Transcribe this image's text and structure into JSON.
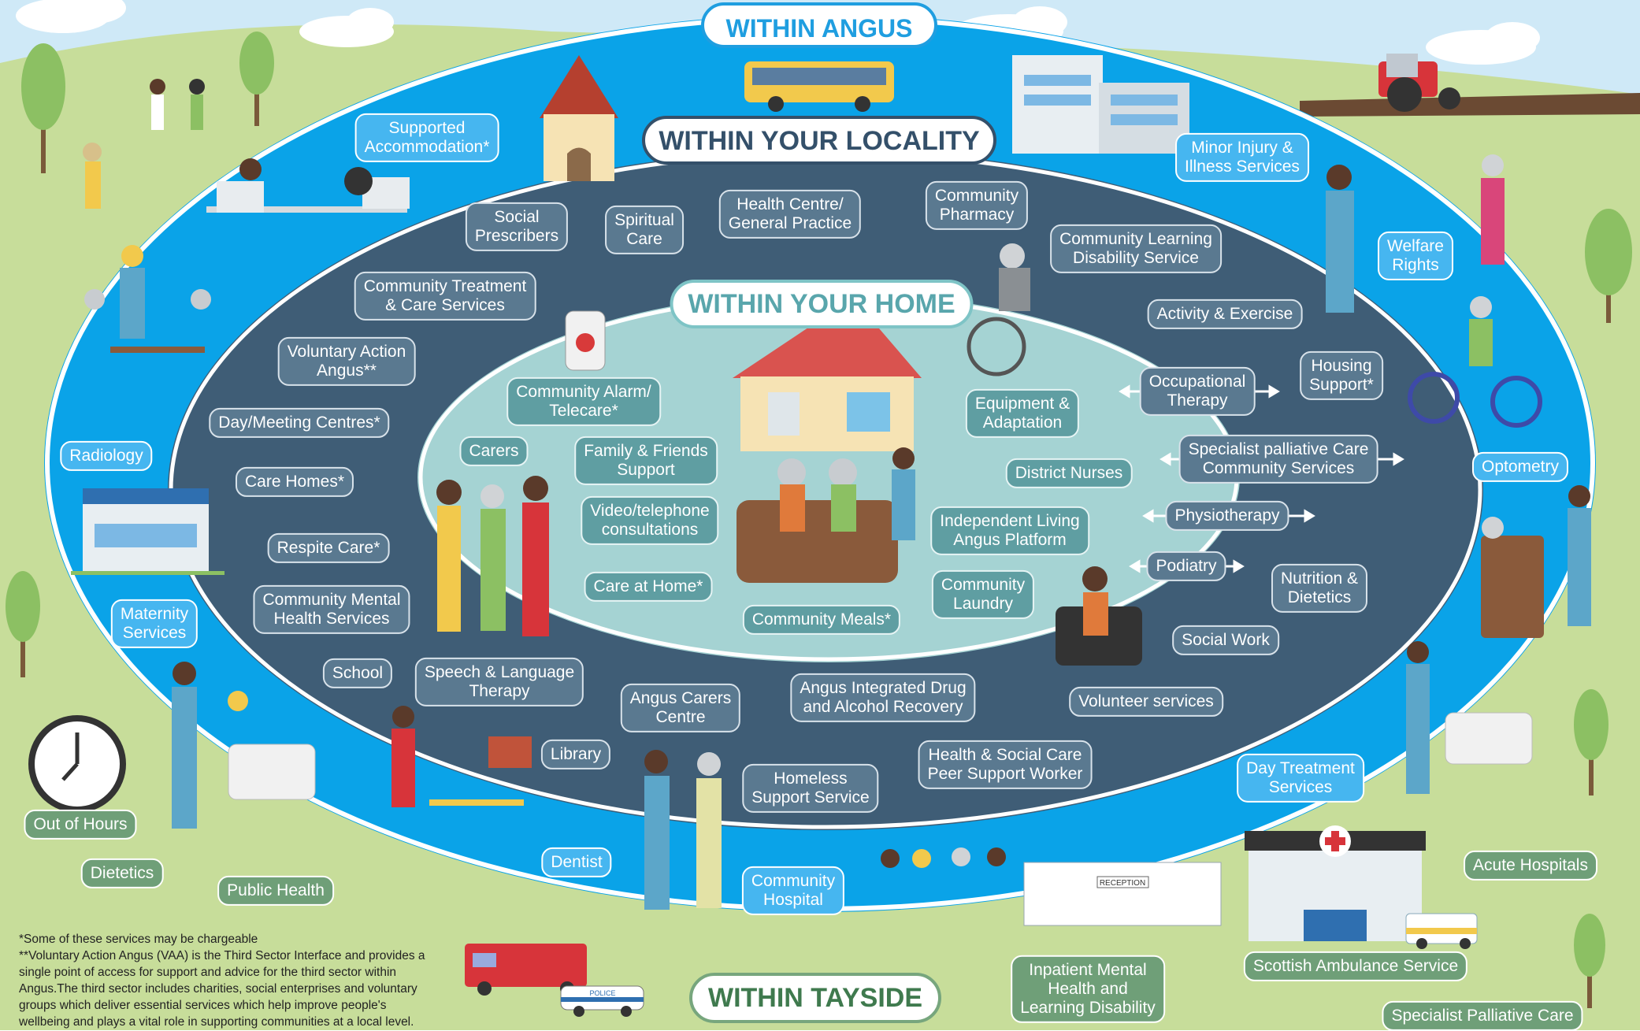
{
  "banners": {
    "angus": "WITHIN ANGUS",
    "locality": "WITHIN YOUR LOCALITY",
    "home": "WITHIN YOUR HOME",
    "tayside": "WITHIN TAYSIDE"
  },
  "home_services": [
    {
      "id": "community-alarm",
      "line1": "Community Alarm/",
      "line2": "Telecare*"
    },
    {
      "id": "carers",
      "line1": "Carers",
      "line2": ""
    },
    {
      "id": "family-friends",
      "line1": "Family & Friends",
      "line2": "Support"
    },
    {
      "id": "video-telephone",
      "line1": "Video/telephone",
      "line2": "consultations"
    },
    {
      "id": "care-at-home",
      "line1": "Care at Home*",
      "line2": ""
    },
    {
      "id": "community-meals",
      "line1": "Community Meals*",
      "line2": ""
    },
    {
      "id": "community-laundry",
      "line1": "Community",
      "line2": "Laundry"
    },
    {
      "id": "independent-living",
      "line1": "Independent Living",
      "line2": "Angus Platform"
    },
    {
      "id": "district-nurses",
      "line1": "District Nurses",
      "line2": ""
    },
    {
      "id": "equipment-adaptation",
      "line1": "Equipment &",
      "line2": "Adaptation"
    }
  ],
  "locality_services": [
    {
      "id": "social-prescribers",
      "line1": "Social",
      "line2": "Prescribers"
    },
    {
      "id": "spiritual-care",
      "line1": "Spiritual",
      "line2": "Care"
    },
    {
      "id": "health-centre",
      "line1": "Health Centre/",
      "line2": "General Practice"
    },
    {
      "id": "community-pharmacy",
      "line1": "Community",
      "line2": "Pharmacy"
    },
    {
      "id": "community-learning-disability",
      "line1": "Community Learning",
      "line2": "Disability Service"
    },
    {
      "id": "activity-exercise",
      "line1": "Activity & Exercise",
      "line2": ""
    },
    {
      "id": "housing-support",
      "line1": "Housing",
      "line2": "Support*"
    },
    {
      "id": "occupational-therapy",
      "line1": "Occupational",
      "line2": "Therapy"
    },
    {
      "id": "specialist-palliative-community",
      "line1": "Specialist palliative Care",
      "line2": "Community Services"
    },
    {
      "id": "physiotherapy",
      "line1": "Physiotherapy",
      "line2": ""
    },
    {
      "id": "podiatry",
      "line1": "Podiatry",
      "line2": ""
    },
    {
      "id": "nutrition-dietetics",
      "line1": "Nutrition &",
      "line2": "Dietetics"
    },
    {
      "id": "social-work",
      "line1": "Social Work",
      "line2": ""
    },
    {
      "id": "volunteer-services",
      "line1": "Volunteer services",
      "line2": ""
    },
    {
      "id": "peer-support-worker",
      "line1": "Health & Social Care",
      "line2": "Peer Support Worker"
    },
    {
      "id": "drug-alcohol",
      "line1": "Angus Integrated Drug",
      "line2": "and Alcohol Recovery"
    },
    {
      "id": "homeless-support",
      "line1": "Homeless",
      "line2": "Support Service"
    },
    {
      "id": "carers-centre",
      "line1": "Angus Carers",
      "line2": "Centre"
    },
    {
      "id": "library",
      "line1": "Library",
      "line2": ""
    },
    {
      "id": "speech-language",
      "line1": "Speech & Language",
      "line2": "Therapy"
    },
    {
      "id": "school",
      "line1": "School",
      "line2": ""
    },
    {
      "id": "community-mental-health",
      "line1": "Community Mental",
      "line2": "Health Services"
    },
    {
      "id": "respite-care",
      "line1": "Respite Care*",
      "line2": ""
    },
    {
      "id": "care-homes",
      "line1": "Care Homes*",
      "line2": ""
    },
    {
      "id": "day-meeting-centres",
      "line1": "Day/Meeting Centres*",
      "line2": ""
    },
    {
      "id": "voluntary-action-angus",
      "line1": "Voluntary Action",
      "line2": "Angus**"
    },
    {
      "id": "community-treatment",
      "line1": "Community Treatment",
      "line2": "& Care Services"
    }
  ],
  "angus_services": [
    {
      "id": "supported-accommodation",
      "line1": "Supported",
      "line2": "Accommodation*"
    },
    {
      "id": "minor-injury",
      "line1": "Minor Injury &",
      "line2": "Illness Services"
    },
    {
      "id": "welfare-rights",
      "line1": "Welfare",
      "line2": "Rights"
    },
    {
      "id": "optometry",
      "line1": "Optometry",
      "line2": ""
    },
    {
      "id": "day-treatment",
      "line1": "Day Treatment",
      "line2": "Services"
    },
    {
      "id": "community-hospital",
      "line1": "Community",
      "line2": "Hospital"
    },
    {
      "id": "dentist",
      "line1": "Dentist",
      "line2": ""
    },
    {
      "id": "maternity",
      "line1": "Maternity",
      "line2": "Services"
    },
    {
      "id": "radiology",
      "line1": "Radiology",
      "line2": ""
    }
  ],
  "tayside_services": [
    {
      "id": "out-of-hours",
      "line1": "Out of Hours",
      "line2": ""
    },
    {
      "id": "dietetics",
      "line1": "Dietetics",
      "line2": ""
    },
    {
      "id": "public-health",
      "line1": "Public Health",
      "line2": ""
    },
    {
      "id": "acute-hospitals",
      "line1": "Acute Hospitals",
      "line2": ""
    },
    {
      "id": "scottish-ambulance",
      "line1": "Scottish Ambulance Service",
      "line2": ""
    },
    {
      "id": "specialist-palliative",
      "line1": "Specialist Palliative Care",
      "line2": ""
    },
    {
      "id": "inpatient-mental-health",
      "line1": "Inpatient Mental",
      "line2": "Health and",
      "line3": "Learning Disability"
    }
  ],
  "footnote": {
    "line1": "*Some of these services may be chargeable",
    "line2": "**Voluntary Action Angus (VAA) is the Third Sector Interface and provides a single point of access for support and advice for the third sector within Angus.The third sector includes charities, social enterprises and voluntary groups which deliver essential services which help improve people's wellbeing and plays a vital role in supporting communities at a local level."
  },
  "scene_text": {
    "reception_sign": "RECEPTION",
    "police_text": "POLICE"
  },
  "colors": {
    "sky": "#cfe9f7",
    "grass": "#c7dd9a",
    "angus_ring": "#0aa3e8",
    "locality_ring": "#3f5d76",
    "home_ring": "#a5d3d3",
    "angus_label": "#46b6f0",
    "locality_label": "#5a7990",
    "home_label": "#5f9ea2",
    "tayside_label": "#6f9f78"
  }
}
